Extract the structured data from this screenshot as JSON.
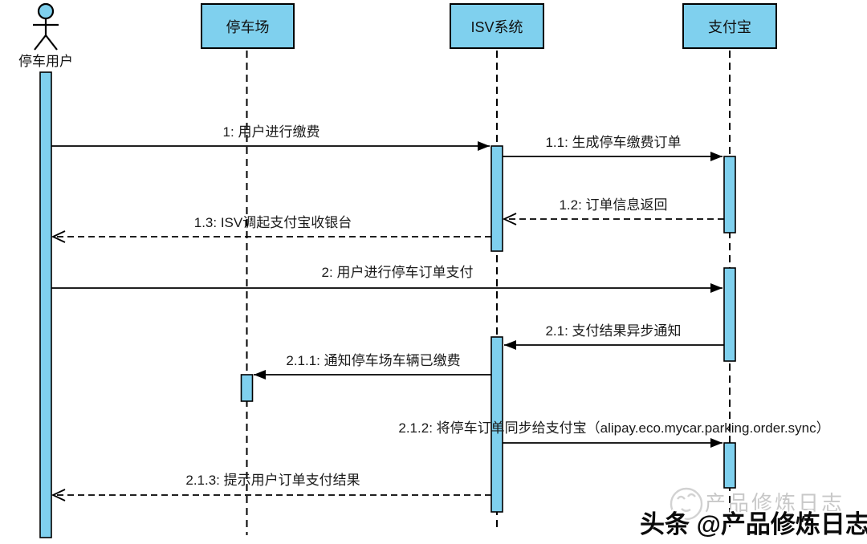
{
  "diagram": {
    "type": "uml-sequence",
    "actor": {
      "label": "停车用户"
    },
    "participants": [
      {
        "label": "停车场"
      },
      {
        "label": "ISV系统"
      },
      {
        "label": "支付宝"
      }
    ],
    "colors": {
      "shape_fill": "#7FD0EE",
      "shape_border": "#000000",
      "line": "#000000",
      "text": "#1a1a1a",
      "background": "#ffffff"
    },
    "messages": [
      {
        "seq": "1",
        "label": "1: 用户进行缴费",
        "from": "停车用户",
        "to": "ISV系统",
        "line": "solid",
        "arrow": "filled"
      },
      {
        "seq": "1.1",
        "label": "1.1: 生成停车缴费订单",
        "from": "ISV系统",
        "to": "支付宝",
        "line": "solid",
        "arrow": "filled"
      },
      {
        "seq": "1.2",
        "label": "1.2: 订单信息返回",
        "from": "支付宝",
        "to": "ISV系统",
        "line": "dashed",
        "arrow": "open"
      },
      {
        "seq": "1.3",
        "label": "1.3: ISV调起支付宝收银台",
        "from": "ISV系统",
        "to": "停车用户",
        "line": "dashed",
        "arrow": "open"
      },
      {
        "seq": "2",
        "label": "2: 用户进行停车订单支付",
        "from": "停车用户",
        "to": "支付宝",
        "line": "solid",
        "arrow": "filled"
      },
      {
        "seq": "2.1",
        "label": "2.1: 支付结果异步通知",
        "from": "支付宝",
        "to": "ISV系统",
        "line": "solid",
        "arrow": "filled"
      },
      {
        "seq": "2.1.1",
        "label": "2.1.1: 通知停车场车辆已缴费",
        "from": "ISV系统",
        "to": "停车场",
        "line": "solid",
        "arrow": "filled"
      },
      {
        "seq": "2.1.2",
        "label": "2.1.2: 将停车订单同步给支付宝（alipay.eco.mycar.parking.order.sync）",
        "from": "ISV系统",
        "to": "支付宝",
        "line": "solid",
        "arrow": "filled"
      },
      {
        "seq": "2.1.3",
        "label": "2.1.3: 提示用户订单支付结果",
        "from": "ISV系统",
        "to": "停车用户",
        "line": "dashed",
        "arrow": "open"
      }
    ]
  },
  "watermark": {
    "ghost_text": "产品修炼日志",
    "main_text": "头条 @产品修炼日志"
  }
}
